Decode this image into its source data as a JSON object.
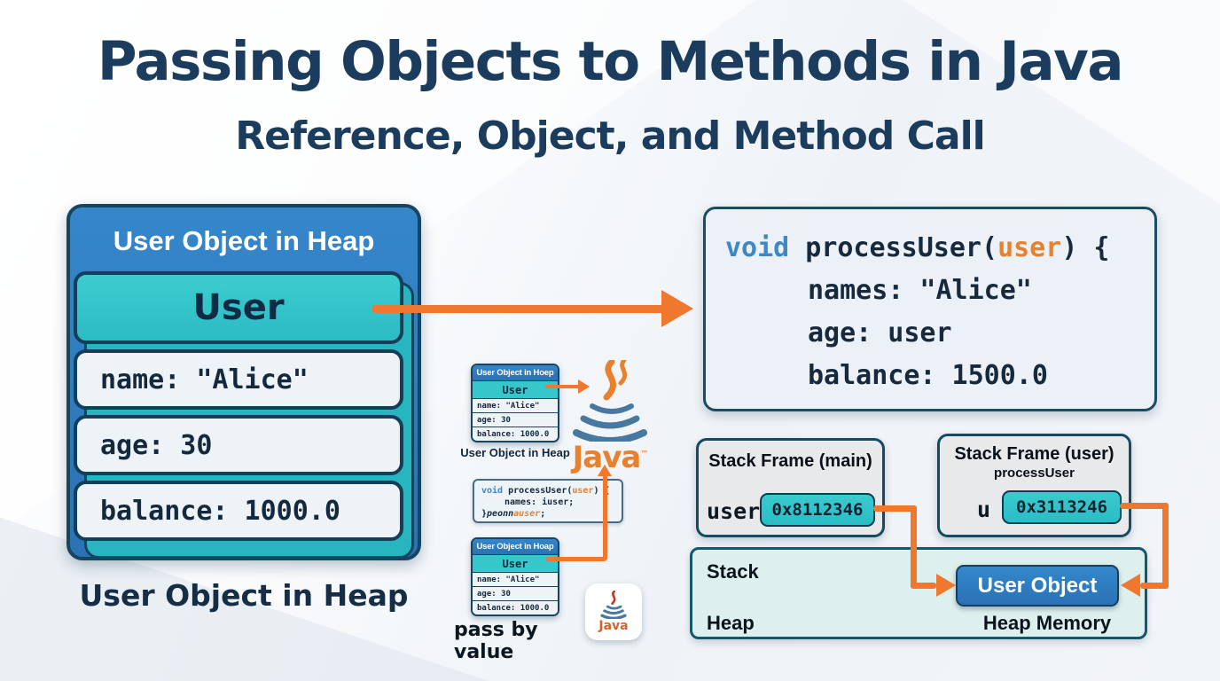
{
  "title": "Passing Objects to Methods in Java",
  "subtitle": "Reference, Object, and Method Call",
  "heap_card": {
    "header": "User Object in Heap",
    "class_name": "User",
    "fields": [
      "name: \"Alice\"",
      "age: 30",
      "balance: 1000.0"
    ],
    "caption": "User Object in Heap"
  },
  "flow": {
    "top_card": {
      "header": "User Object in Hoep",
      "class_name": "User",
      "fields": [
        "name: \"Alice\"",
        "age: 30",
        "balance: 1000.0"
      ],
      "caption": "User Object in Heap"
    },
    "code_snippet": {
      "keyword": "void",
      "function": " processUser(",
      "arg": "user",
      "after_arg": ") {",
      "line2": "names: iuser;",
      "line3_brace": "}",
      "line3_italic": "peonn",
      "line3_orange": "auser",
      "line3_end": ";"
    },
    "bottom_card": {
      "header": "User Object in Hoap",
      "class_name": "User",
      "fields": [
        "name: \"Alice\"",
        "age: 30",
        "balance: 1000.0"
      ]
    },
    "caption": "pass by value",
    "java_wordmark": "Java",
    "java_trademark": "™",
    "java_badge_label": "Java"
  },
  "method_code": {
    "keyword": "void",
    "function": " processUser(",
    "arg": "user",
    "after_arg": ") {",
    "body": [
      "names: \"Alice\"",
      "age: user",
      "balance: 1500.0"
    ]
  },
  "stack_frame_main": {
    "title": "Stack Frame (main)",
    "variable": "user",
    "address": "0x8112346"
  },
  "stack_frame_user": {
    "title": "Stack Frame (user)",
    "subtitle": "processUser",
    "variable": "u",
    "address": "0x3113246"
  },
  "memory": {
    "stack_label": "Stack",
    "heap_label": "Heap",
    "object_label": "User Object",
    "heap_memory_label": "Heap Memory"
  },
  "colors": {
    "navy": "#1b3c5c",
    "blue": "#2e7fc0",
    "teal": "#32c5c9",
    "orange": "#f0772e",
    "code_keyword_blue": "#3e88c8",
    "code_arg_orange": "#e8802e",
    "mint_box": "#def0ee",
    "frame_gray": "#e7e9eb"
  }
}
